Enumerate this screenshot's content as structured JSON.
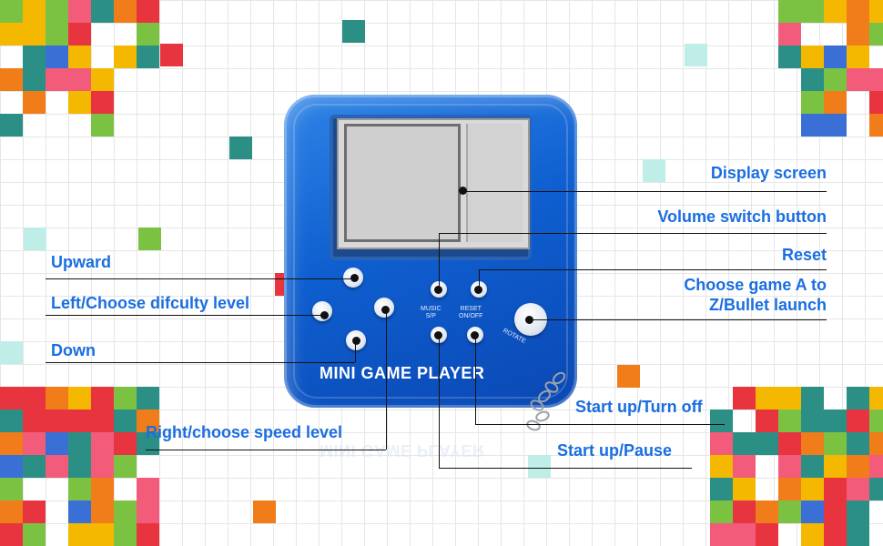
{
  "product": {
    "brand": "MINI GAME PLAYER",
    "button_labels": {
      "music": "MUSIC\nS/P",
      "reset": "RESET\nON/OFF",
      "rotate": "ROTATE"
    }
  },
  "callouts": {
    "display_screen": "Display screen",
    "volume_switch": "Volume switch button",
    "reset": "Reset",
    "choose_game_line1": "Choose game A to",
    "choose_game_line2": "Z/Bullet launch",
    "upward": "Upward",
    "left": "Left/Choose difculty level",
    "down": "Down",
    "right": "Right/choose speed level",
    "start_turn_off": "Start up/Turn off",
    "start_pause": "Start up/Pause"
  },
  "colors": {
    "callout_text": "#1a6ee0",
    "device_blue": "#0f5fd0",
    "tile_palette": [
      "#e8343f",
      "#f5b800",
      "#2b8f86",
      "#7cc242",
      "#3a6fd6",
      "#f07c1a",
      "#f25c7a"
    ]
  }
}
